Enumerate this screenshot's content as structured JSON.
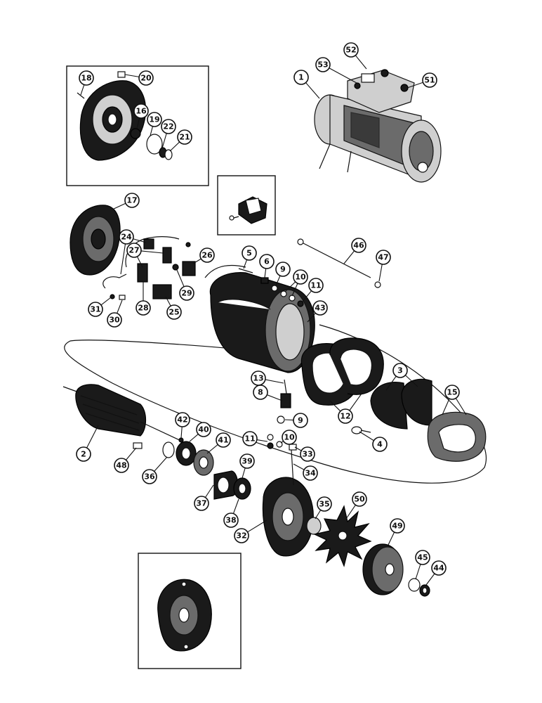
{
  "diagram": {
    "callouts": [
      {
        "id": "1",
        "label": "1"
      },
      {
        "id": "2",
        "label": "2"
      },
      {
        "id": "3",
        "label": "3"
      },
      {
        "id": "4",
        "label": "4"
      },
      {
        "id": "5",
        "label": "5"
      },
      {
        "id": "6",
        "label": "6"
      },
      {
        "id": "8",
        "label": "8"
      },
      {
        "id": "9a",
        "label": "9"
      },
      {
        "id": "9b",
        "label": "9"
      },
      {
        "id": "10a",
        "label": "10"
      },
      {
        "id": "10b",
        "label": "10"
      },
      {
        "id": "11a",
        "label": "11"
      },
      {
        "id": "11b",
        "label": "11"
      },
      {
        "id": "12",
        "label": "12"
      },
      {
        "id": "13",
        "label": "13"
      },
      {
        "id": "15",
        "label": "15"
      },
      {
        "id": "16",
        "label": "16"
      },
      {
        "id": "17",
        "label": "17"
      },
      {
        "id": "18",
        "label": "18"
      },
      {
        "id": "19",
        "label": "19"
      },
      {
        "id": "20",
        "label": "20"
      },
      {
        "id": "21",
        "label": "21"
      },
      {
        "id": "22",
        "label": "22"
      },
      {
        "id": "24",
        "label": "24"
      },
      {
        "id": "25",
        "label": "25"
      },
      {
        "id": "26",
        "label": "26"
      },
      {
        "id": "27",
        "label": "27"
      },
      {
        "id": "28",
        "label": "28"
      },
      {
        "id": "29",
        "label": "29"
      },
      {
        "id": "30",
        "label": "30"
      },
      {
        "id": "31",
        "label": "31"
      },
      {
        "id": "32",
        "label": "32"
      },
      {
        "id": "33",
        "label": "33"
      },
      {
        "id": "34",
        "label": "34"
      },
      {
        "id": "35",
        "label": "35"
      },
      {
        "id": "36",
        "label": "36"
      },
      {
        "id": "37",
        "label": "37"
      },
      {
        "id": "38",
        "label": "38"
      },
      {
        "id": "39",
        "label": "39"
      },
      {
        "id": "40",
        "label": "40"
      },
      {
        "id": "41",
        "label": "41"
      },
      {
        "id": "42",
        "label": "42"
      },
      {
        "id": "43",
        "label": "43"
      },
      {
        "id": "44",
        "label": "44"
      },
      {
        "id": "45",
        "label": "45"
      },
      {
        "id": "46",
        "label": "46"
      },
      {
        "id": "47",
        "label": "47"
      },
      {
        "id": "48",
        "label": "48"
      },
      {
        "id": "49",
        "label": "49"
      },
      {
        "id": "50",
        "label": "50"
      },
      {
        "id": "51",
        "label": "51"
      },
      {
        "id": "52",
        "label": "52"
      },
      {
        "id": "53",
        "label": "53"
      }
    ]
  }
}
